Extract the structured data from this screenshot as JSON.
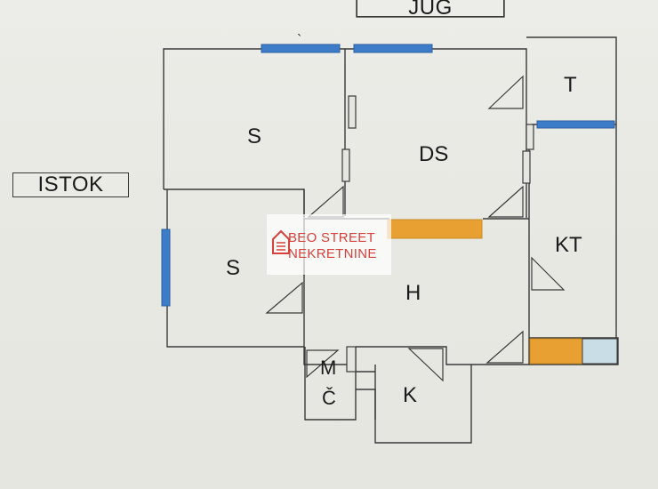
{
  "directions": {
    "top": "JUG",
    "left": "ISTOK"
  },
  "rooms": {
    "bedroom_top": "S",
    "bedroom_left": "S",
    "living": "DS",
    "terrace": "T",
    "kitchen_terrace": "KT",
    "hall": "H",
    "storage_top": "M",
    "storage_bottom": "Č",
    "kitchen": "K"
  },
  "stray_mark": "`",
  "watermark": {
    "line1": "BEO STREET",
    "line2": "NEKRETNINE"
  },
  "colors": {
    "window": "#3d7cc9",
    "window_edge": "#2a5f9f",
    "highlight_orange": "#e8a033",
    "watermark": "#d7403b",
    "wall": "#3a3a3a",
    "panel": "#c8dde6"
  }
}
